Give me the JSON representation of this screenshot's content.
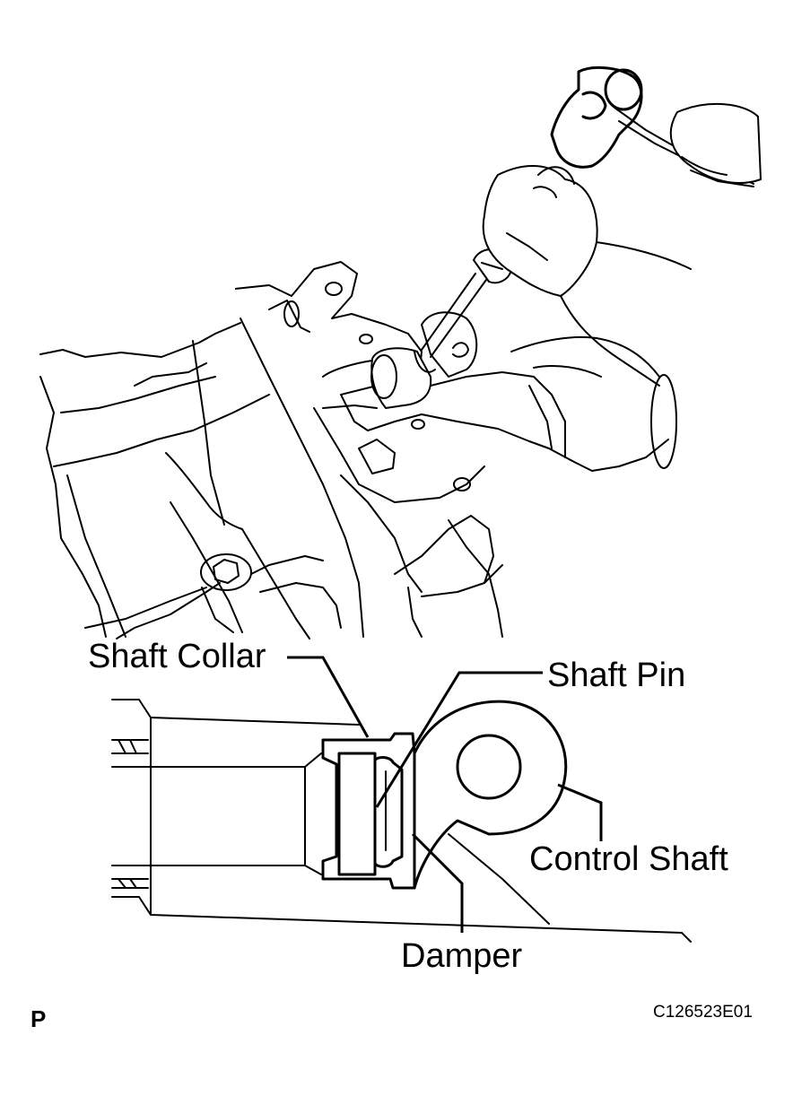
{
  "labels": {
    "shaft_collar": "Shaft Collar",
    "shaft_pin": "Shaft Pin",
    "control_shaft": "Control Shaft",
    "damper": "Damper"
  },
  "corner_mark": "P",
  "figure_id": "C126523E01"
}
